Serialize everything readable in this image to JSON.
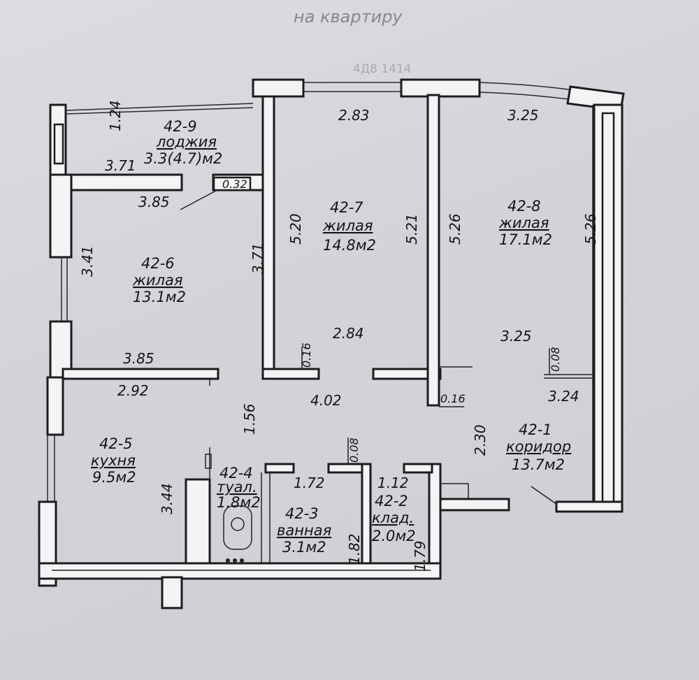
{
  "header_text": "на квартиру",
  "header_code": "4Д8 1414",
  "rooms": [
    {
      "id": "42-9",
      "name": "лоджия",
      "area": "3.3(4.7)м2"
    },
    {
      "id": "42-7",
      "name": "жилая",
      "area": "14.8м2"
    },
    {
      "id": "42-8",
      "name": "жилая",
      "area": "17.1м2"
    },
    {
      "id": "42-6",
      "name": "жилая",
      "area": "13.1м2"
    },
    {
      "id": "42-5",
      "name": "кухня",
      "area": "9.5м2"
    },
    {
      "id": "42-4",
      "name": "туал.",
      "area": "1.8м2"
    },
    {
      "id": "42-3",
      "name": "ванная",
      "area": "3.1м2"
    },
    {
      "id": "42-2",
      "name": "клад.",
      "area": "2.0м2"
    },
    {
      "id": "42-1",
      "name": "коридор",
      "area": "13.7м2"
    }
  ],
  "dimensions": {
    "loggia_height": "1.24",
    "loggia_width": "3.71",
    "wall_gap": "0.32",
    "room6_top": "3.85",
    "room6_left": "3.41",
    "room6_right": "3.71",
    "room6_bottom": "3.85",
    "room7_top": "2.83",
    "room7_left": "5.20",
    "room7_right": "5.21",
    "room7_bottom": "2.84",
    "room7_door": "0.16",
    "room8_top": "3.25",
    "room8_left": "5.26",
    "room8_right": "5.26",
    "room8_bottom": "3.25",
    "room8_door": "0.08",
    "corridor_width": "4.02",
    "corridor_door": "0.16",
    "corridor_right": "3.24",
    "corridor_height": "2.30",
    "kitchen_top": "2.92",
    "kitchen_left": "3.44",
    "kitchen_right": "1.56",
    "wc_door": "0.08",
    "bath_width": "1.72",
    "bath_height": "1.82",
    "storage_width": "1.12",
    "storage_height": "1.79"
  }
}
